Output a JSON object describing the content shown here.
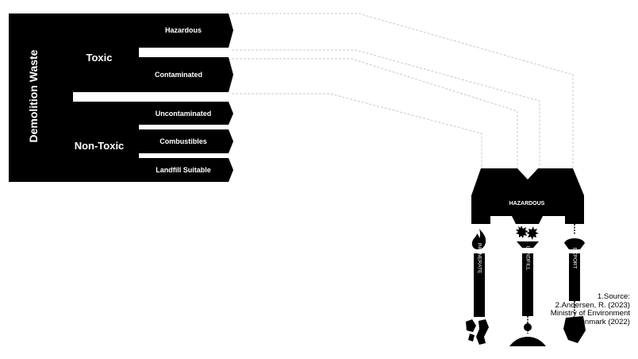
{
  "diagram": {
    "root": "Demolition Waste",
    "groups": {
      "toxic": "Toxic",
      "non_toxic": "Non-Toxic"
    },
    "categories": [
      "Hazardous",
      "Contaminated",
      "Uncontaminated",
      "Combustibles",
      "Landfill Suitable"
    ],
    "hopper_label": "HAZARDOUS",
    "outputs": [
      {
        "label": "INCINERATE",
        "icon": "flame-icon"
      },
      {
        "label": "LANDFILL",
        "icon": "spiky-ball-icon"
      },
      {
        "label": "EXPORT",
        "icon": "heap-icon"
      }
    ],
    "colors": {
      "fill": "#000000",
      "background": "#ffffff",
      "flow_lines": "#c8c8c8"
    }
  },
  "sources": {
    "line1": "1.Source:",
    "line2": "2.Andersen, R. (2023)",
    "line3": "Ministry of Environment",
    "line4": "Denmark (2022)"
  }
}
